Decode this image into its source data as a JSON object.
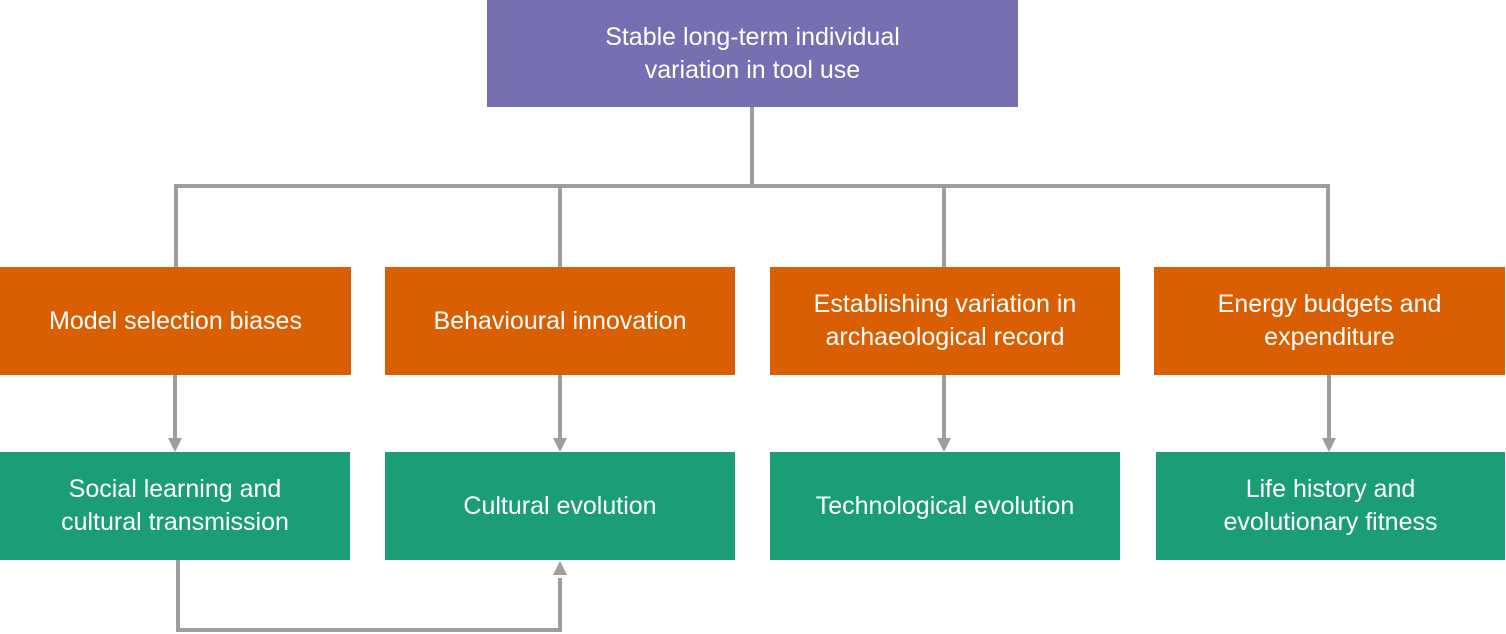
{
  "colors": {
    "root": "#7670b3",
    "middle": "#d95f02",
    "bottom": "#1b9e77",
    "connector": "#9e9e9e"
  },
  "root": {
    "label": "Stable long-term individual\nvariation in tool use"
  },
  "middle": [
    {
      "label": "Model selection biases"
    },
    {
      "label": "Behavioural innovation"
    },
    {
      "label": "Establishing variation in\narchaeological record"
    },
    {
      "label": "Energy budgets and\nexpenditure"
    }
  ],
  "bottom": [
    {
      "label": "Social learning and\ncultural transmission"
    },
    {
      "label": "Cultural evolution"
    },
    {
      "label": "Technological evolution"
    },
    {
      "label": "Life history and\nevolutionary fitness"
    }
  ]
}
